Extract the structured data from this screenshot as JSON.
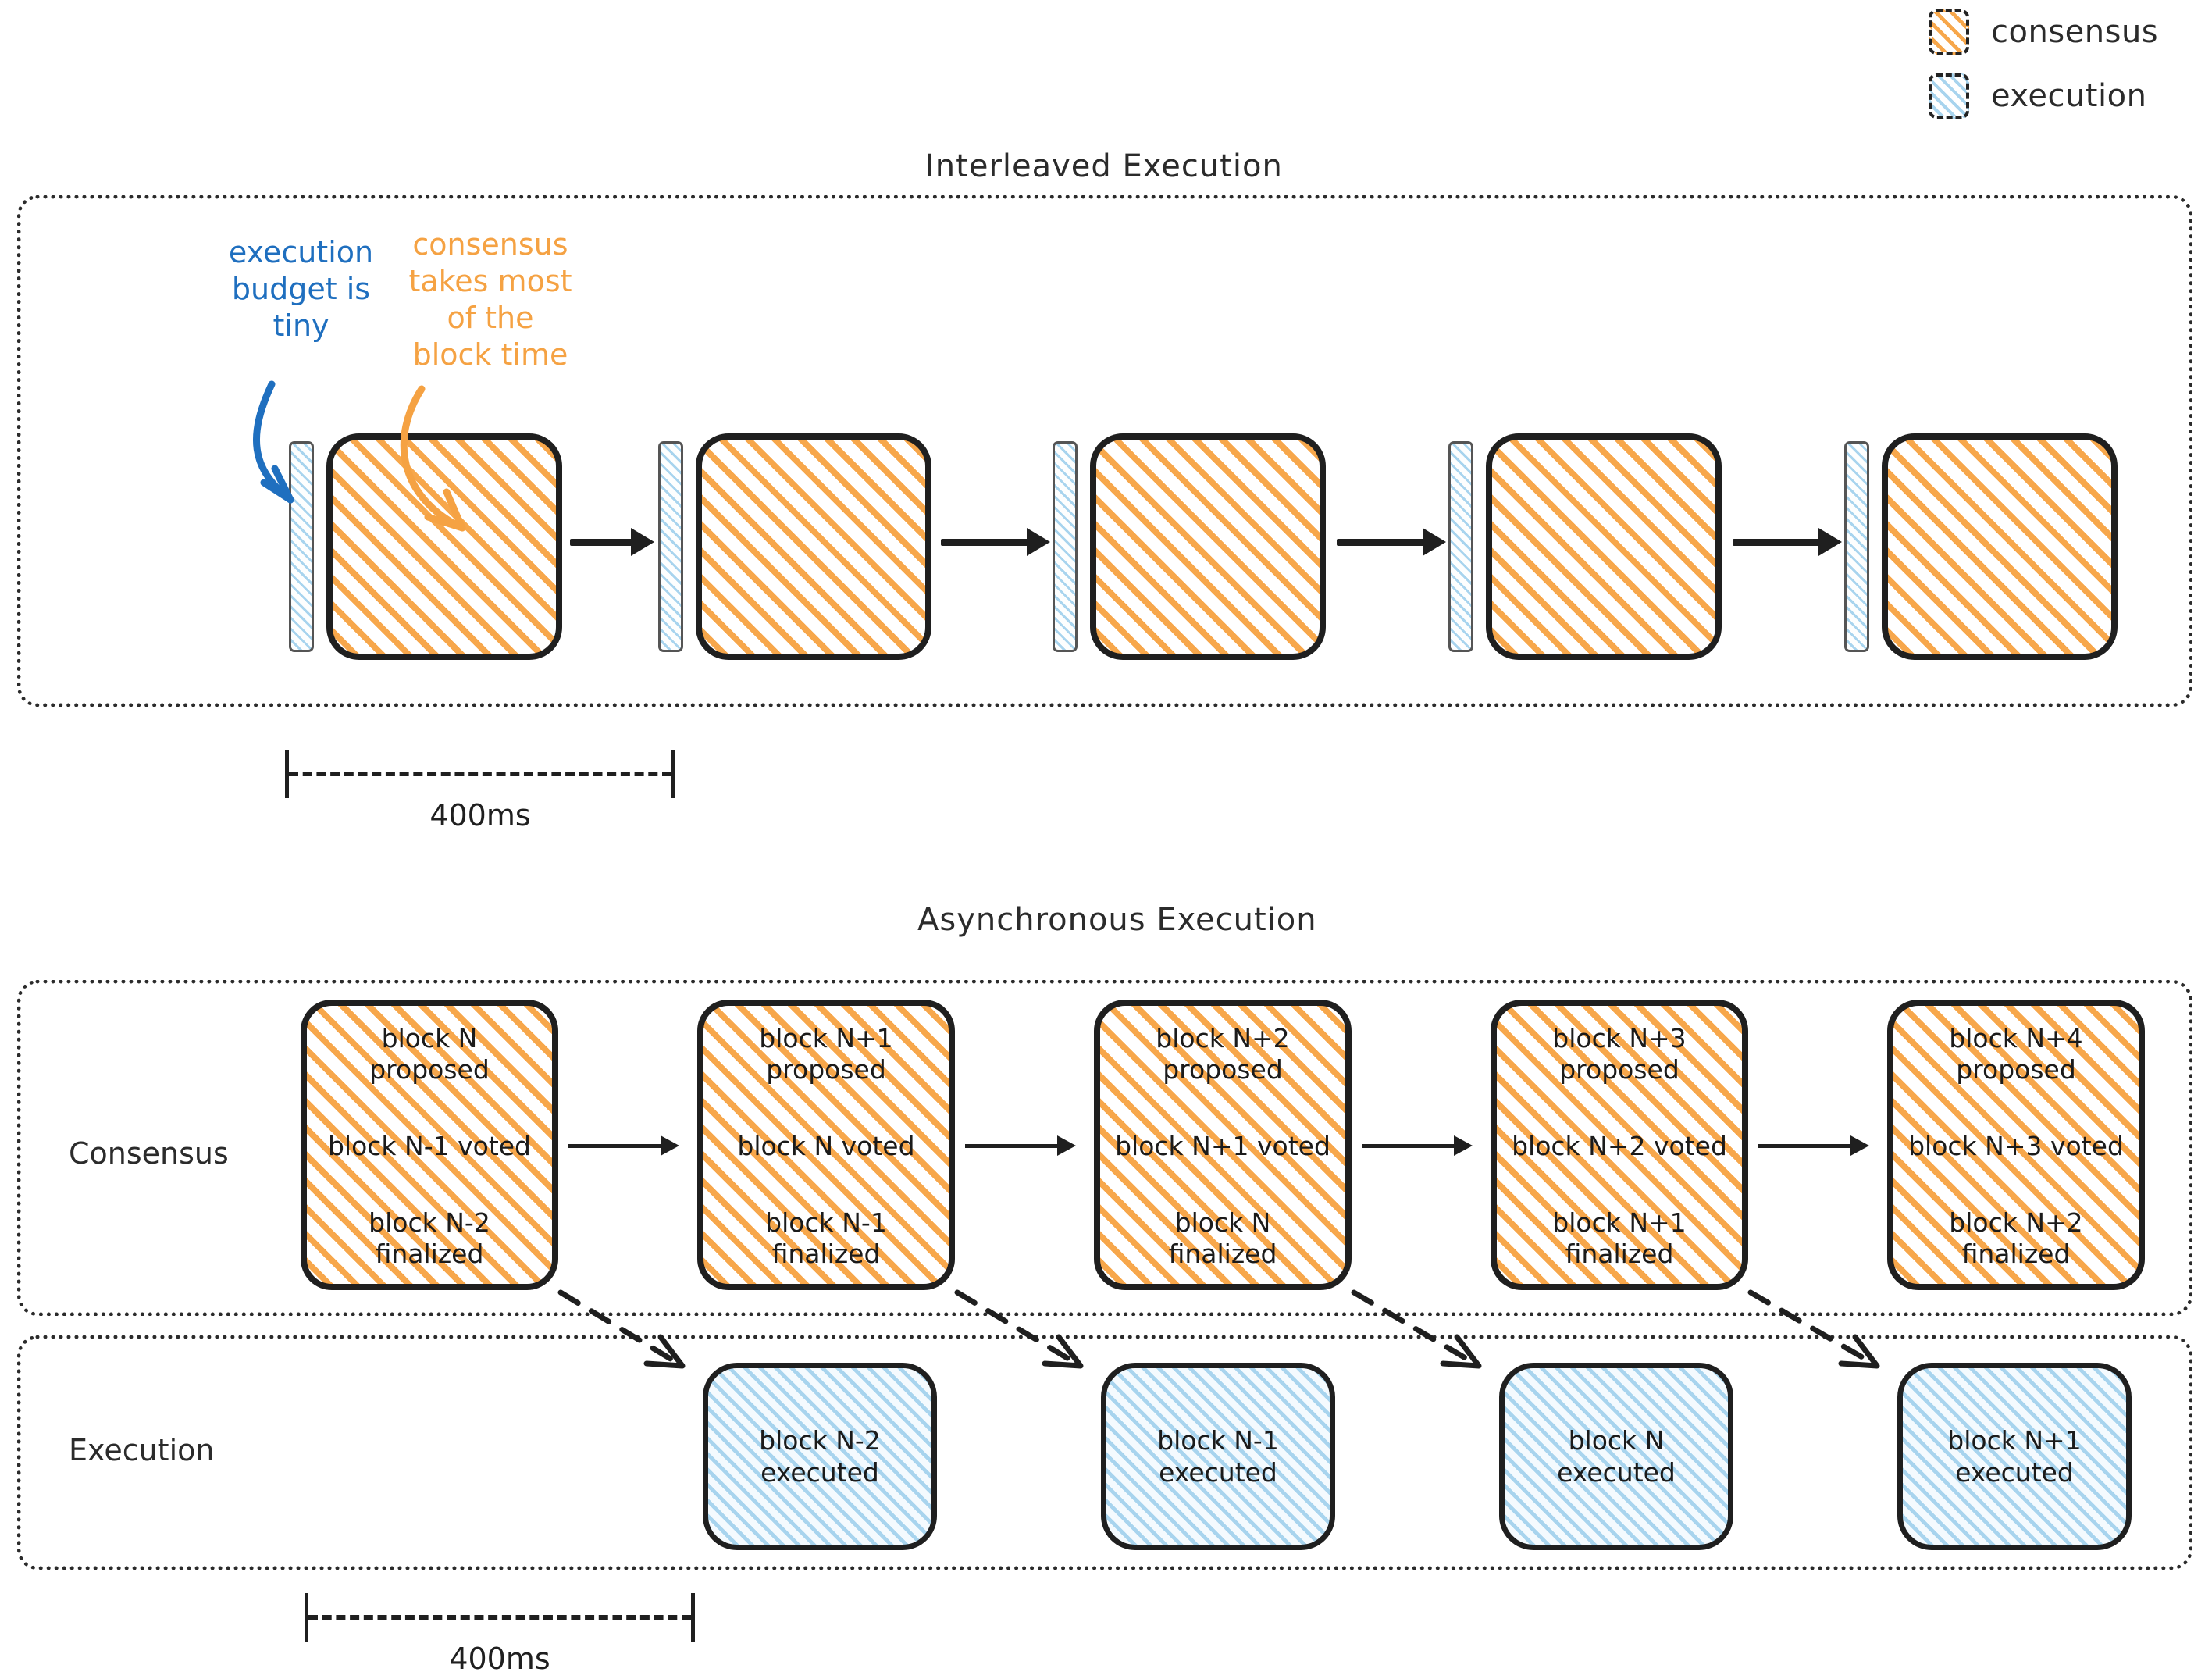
{
  "legend": {
    "items": [
      {
        "label": "consensus",
        "icon": "hatched-square-orange-icon",
        "color": "#F7A74B"
      },
      {
        "label": "execution",
        "icon": "hatched-square-blue-icon",
        "color": "#A8D4EE"
      }
    ]
  },
  "sections": {
    "interleaved": {
      "title": "Interleaved Execution",
      "callouts": [
        {
          "name": "execution-budget",
          "text": "execution\nbudget is\ntiny",
          "color": "#1F6FBF"
        },
        {
          "name": "consensus-time",
          "text": "consensus\ntakes most\nof the\nblock time",
          "color": "#F5A243"
        }
      ],
      "scale": {
        "label": "400ms"
      },
      "slots": 5
    },
    "asynchronous": {
      "title": "Asynchronous Execution",
      "row_labels": {
        "consensus": "Consensus",
        "execution": "Execution"
      },
      "scale": {
        "label": "400ms"
      },
      "consensus_blocks": [
        {
          "proposed": "block N\nproposed",
          "voted": "block N-1 voted",
          "finalized": "block N-2\nfinalized"
        },
        {
          "proposed": "block N+1\nproposed",
          "voted": "block N voted",
          "finalized": "block N-1\nfinalized"
        },
        {
          "proposed": "block N+2\nproposed",
          "voted": "block N+1 voted",
          "finalized": "block N\nfinalized"
        },
        {
          "proposed": "block N+3\nproposed",
          "voted": "block N+2 voted",
          "finalized": "block N+1\nfinalized"
        },
        {
          "proposed": "block N+4\nproposed",
          "voted": "block N+3 voted",
          "finalized": "block N+2\nfinalized"
        }
      ],
      "execution_blocks": [
        {
          "text": "block N-2\nexecuted"
        },
        {
          "text": "block N-1\nexecuted"
        },
        {
          "text": "block N\nexecuted"
        },
        {
          "text": "block N+1\nexecuted"
        }
      ]
    }
  },
  "colors": {
    "consensus": "#F7A74B",
    "execution": "#A8D4EE",
    "ink": "#1f1f1f",
    "blue_annotation": "#1F6FBF",
    "orange_annotation": "#F5A243"
  }
}
